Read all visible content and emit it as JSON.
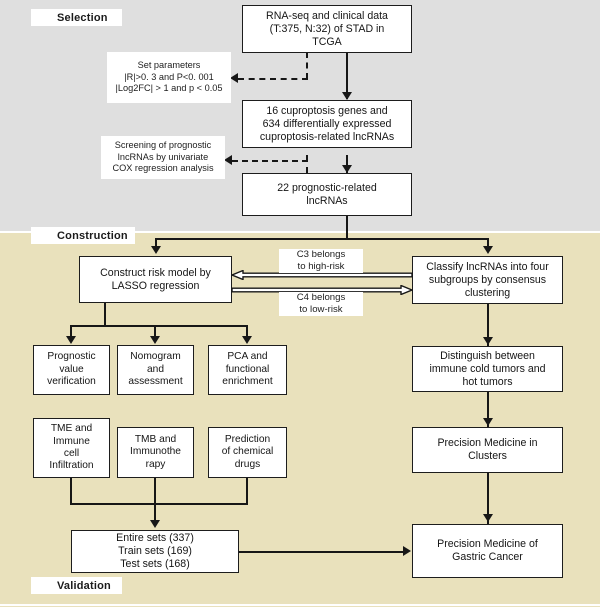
{
  "figure": {
    "type": "flowchart",
    "title": "Study design flowchart of cuproptosis-related lncRNAs in gastric cancer (STAD)",
    "colors": {
      "selection_band": "#dfdfdf",
      "construction_band": "#e9e1bc",
      "box_fill": "#ffffff",
      "stroke": "#171717",
      "text": "#151515"
    }
  },
  "sections": [
    {
      "id": "selection",
      "label": "Selection"
    },
    {
      "id": "construction",
      "label": "Construction"
    },
    {
      "id": "validation",
      "label": "Validation"
    }
  ],
  "nodes": {
    "rnaseq": {
      "label": "RNA-seq and clinical data\n(T:375, N:32) of STAD in\nTCGA"
    },
    "genes_lncrnas": {
      "label": "16 cuproptosis genes and\n634 differentially expressed\ncuproptosis-related lncRNAs"
    },
    "prognostic": {
      "label": "22 prognostic-related\nlncRNAs"
    },
    "lasso": {
      "label": "Construct risk model by\nLASSO regression"
    },
    "classify": {
      "label": "Classify lncRNAs into four\nsubgroups by consensus\nclustering"
    },
    "prognostic_value": {
      "label": "Prognostic\nvalue\nverification"
    },
    "nomogram": {
      "label": "Nomogram\nand\nassessment"
    },
    "pca": {
      "label": "PCA and\nfunctional\nenrichment"
    },
    "tme": {
      "label": "TME and\nImmune\ncell\nInfiltration"
    },
    "tmb": {
      "label": "TMB and\nImmunothe\nrapy"
    },
    "chemical": {
      "label": "Prediction\nof chemical\ndrugs"
    },
    "distinguish": {
      "label": "Distinguish between\nimmune cold tumors and\nhot tumors"
    },
    "precision_clusters": {
      "label": "Precision Medicine in\nClusters"
    },
    "sets": {
      "label": "Entire sets (337)\nTrain sets (169)\nTest sets (168)"
    },
    "precision_gc": {
      "label": "Precision Medicine of\nGastric Cancer"
    }
  },
  "notes": {
    "set_parameters": {
      "label": "Set parameters\n|R|>0. 3 and P<0. 001\n|Log2FC| > 1 and p < 0.05"
    },
    "screening": {
      "label": "Screening of prognostic\nlncRNAs by univariate\nCOX regression analysis"
    }
  },
  "edge_labels": {
    "c3_high_risk": {
      "label": "C3 belongs\nto high-risk"
    },
    "c4_low_risk": {
      "label": "C4 belongs\nto low-risk"
    }
  },
  "data_values": {
    "tumor_samples": 375,
    "normal_samples": 32,
    "cuproptosis_genes": 16,
    "de_cuproptosis_lncrnas": 634,
    "prognostic_lncrnas": 22,
    "entire_sets": 337,
    "train_sets": 169,
    "test_sets": 168,
    "subgroups": 4,
    "filters": [
      "|R|>0. 3",
      "P<0. 001",
      "|Log2FC| > 1",
      "p < 0.05"
    ]
  }
}
